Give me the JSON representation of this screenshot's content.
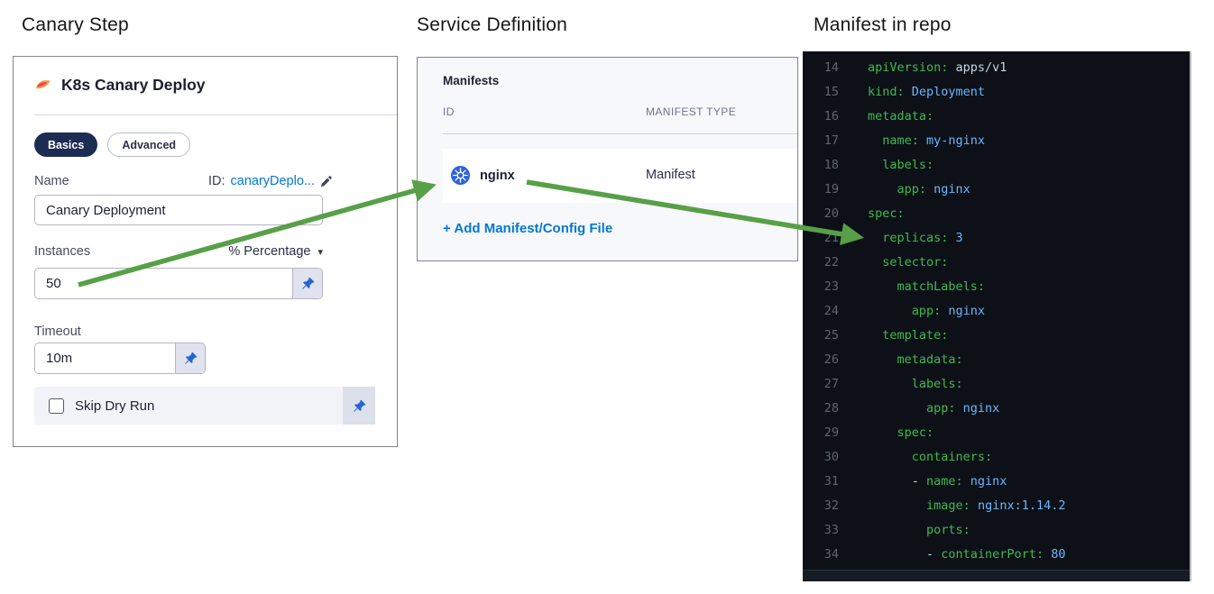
{
  "columns": {
    "canary_step_title": "Canary Step",
    "service_definition_title": "Service Definition",
    "manifest_in_repo_title": "Manifest in repo"
  },
  "canary_panel": {
    "title": "K8s Canary Deploy",
    "tabs": [
      {
        "label": "Basics",
        "active": true
      },
      {
        "label": "Advanced",
        "active": false
      }
    ],
    "name_label": "Name",
    "id_prefix": "ID:",
    "id_value": "canaryDeplo...",
    "name_value": "Canary Deployment",
    "instances_label": "Instances",
    "instances_unit": "% Percentage",
    "instances_value": "50",
    "timeout_label": "Timeout",
    "timeout_value": "10m",
    "skip_dry_run_label": "Skip Dry Run",
    "skip_dry_run_checked": false
  },
  "manifests_panel": {
    "header": "Manifests",
    "columns": [
      "ID",
      "MANIFEST TYPE"
    ],
    "rows": [
      {
        "id": "nginx",
        "type": "Manifest",
        "icon": "kubernetes-icon"
      }
    ],
    "add_link": "+ Add Manifest/Config File"
  },
  "code_panel": {
    "lines": [
      {
        "num": "14",
        "parts": [
          {
            "c": "key",
            "t": "apiVersion:"
          },
          {
            "c": "plain",
            "t": " apps/v1"
          }
        ]
      },
      {
        "num": "15",
        "parts": [
          {
            "c": "key",
            "t": "kind:"
          },
          {
            "c": "val",
            "t": " Deployment"
          }
        ]
      },
      {
        "num": "16",
        "parts": [
          {
            "c": "key",
            "t": "metadata:"
          }
        ]
      },
      {
        "num": "17",
        "parts": [
          {
            "c": "plain",
            "t": "  "
          },
          {
            "c": "key",
            "t": "name:"
          },
          {
            "c": "val",
            "t": " my-nginx"
          }
        ]
      },
      {
        "num": "18",
        "parts": [
          {
            "c": "plain",
            "t": "  "
          },
          {
            "c": "key",
            "t": "labels:"
          }
        ]
      },
      {
        "num": "19",
        "parts": [
          {
            "c": "plain",
            "t": "    "
          },
          {
            "c": "key",
            "t": "app:"
          },
          {
            "c": "val",
            "t": " nginx"
          }
        ]
      },
      {
        "num": "20",
        "parts": [
          {
            "c": "key",
            "t": "spec:"
          }
        ]
      },
      {
        "num": "21",
        "parts": [
          {
            "c": "plain",
            "t": "  "
          },
          {
            "c": "key",
            "t": "replicas:"
          },
          {
            "c": "val",
            "t": " 3"
          }
        ]
      },
      {
        "num": "22",
        "parts": [
          {
            "c": "plain",
            "t": "  "
          },
          {
            "c": "key",
            "t": "selector:"
          }
        ]
      },
      {
        "num": "23",
        "parts": [
          {
            "c": "plain",
            "t": "    "
          },
          {
            "c": "key",
            "t": "matchLabels:"
          }
        ]
      },
      {
        "num": "24",
        "parts": [
          {
            "c": "plain",
            "t": "      "
          },
          {
            "c": "key",
            "t": "app:"
          },
          {
            "c": "val",
            "t": " nginx"
          }
        ]
      },
      {
        "num": "25",
        "parts": [
          {
            "c": "plain",
            "t": "  "
          },
          {
            "c": "key",
            "t": "template:"
          }
        ]
      },
      {
        "num": "26",
        "parts": [
          {
            "c": "plain",
            "t": "    "
          },
          {
            "c": "key",
            "t": "metadata:"
          }
        ]
      },
      {
        "num": "27",
        "parts": [
          {
            "c": "plain",
            "t": "      "
          },
          {
            "c": "key",
            "t": "labels:"
          }
        ]
      },
      {
        "num": "28",
        "parts": [
          {
            "c": "plain",
            "t": "        "
          },
          {
            "c": "key",
            "t": "app:"
          },
          {
            "c": "val",
            "t": " nginx"
          }
        ]
      },
      {
        "num": "29",
        "parts": [
          {
            "c": "plain",
            "t": "    "
          },
          {
            "c": "key",
            "t": "spec:"
          }
        ]
      },
      {
        "num": "30",
        "parts": [
          {
            "c": "plain",
            "t": "      "
          },
          {
            "c": "key",
            "t": "containers:"
          }
        ]
      },
      {
        "num": "31",
        "parts": [
          {
            "c": "plain",
            "t": "      - "
          },
          {
            "c": "key",
            "t": "name:"
          },
          {
            "c": "val",
            "t": " nginx"
          }
        ]
      },
      {
        "num": "32",
        "parts": [
          {
            "c": "plain",
            "t": "        "
          },
          {
            "c": "key",
            "t": "image:"
          },
          {
            "c": "val",
            "t": " nginx:1.14.2"
          }
        ]
      },
      {
        "num": "33",
        "parts": [
          {
            "c": "plain",
            "t": "        "
          },
          {
            "c": "key",
            "t": "ports:"
          }
        ]
      },
      {
        "num": "34",
        "parts": [
          {
            "c": "plain",
            "t": "        - "
          },
          {
            "c": "key",
            "t": "containerPort:"
          },
          {
            "c": "val",
            "t": " 80"
          }
        ]
      }
    ]
  },
  "colors": {
    "arrow_green": "#57a047",
    "link_blue": "#0278d5",
    "pill_navy": "#1d2c52",
    "pin_blue": "#2565cf",
    "kubernetes_blue": "#2f62de",
    "code_background": "#0d1117",
    "code_key_green": "#3fb950",
    "code_value_blue": "#6cb6ff",
    "code_plain_text": "#cbd6e2",
    "code_line_number": "#5d6570"
  }
}
